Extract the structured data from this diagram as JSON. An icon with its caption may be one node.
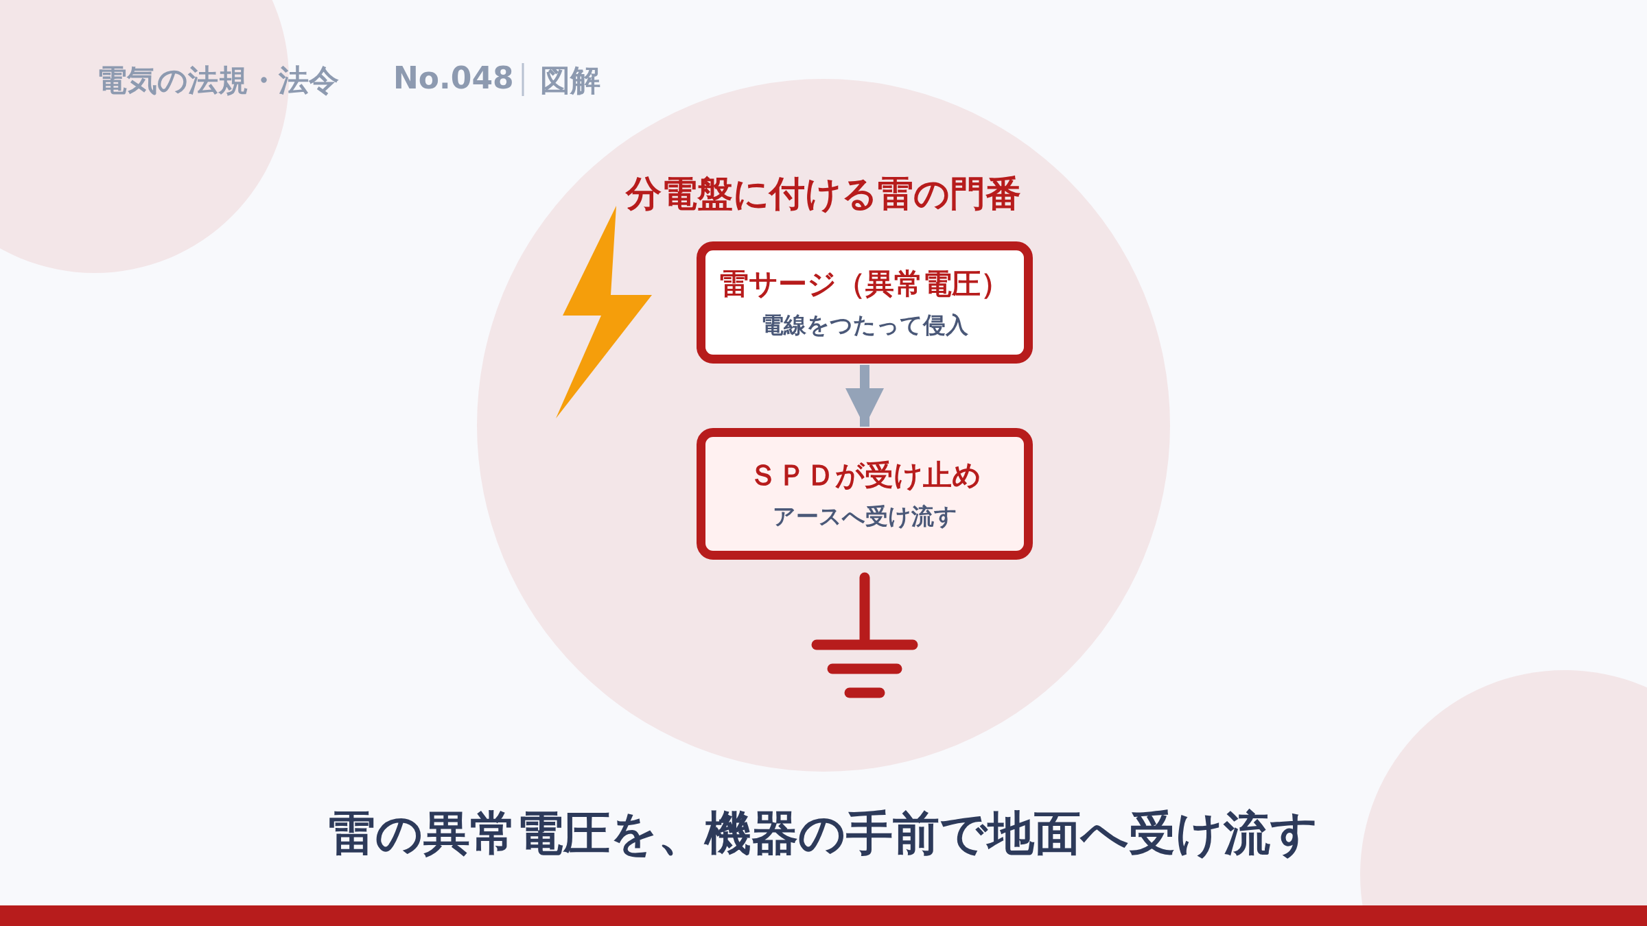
{
  "diagram": {
    "title": "分電盤に付ける雷の門番",
    "caption": "雷の異常電圧を、機器の手前で地面へ受け流す",
    "nodes": [
      {
        "text": [
          "雷サージ（異常電圧）",
          "電線をつたって侵入"
        ]
      },
      {
        "text": [
          "ＳＰＤが受け止め",
          "アースへ受け流す"
        ]
      }
    ],
    "edges": [
      {
        "from": 0,
        "to": 1,
        "arrow": "to"
      }
    ],
    "labels": [
      "電気の法規・法令",
      "No.048",
      "図解"
    ]
  }
}
